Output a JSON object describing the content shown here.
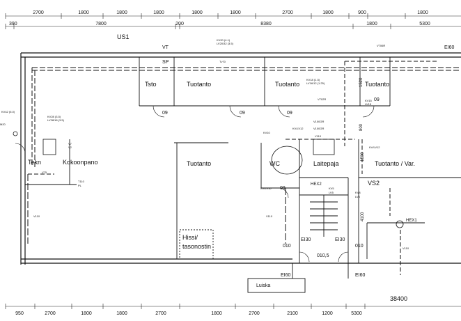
{
  "dims_top_row1": [
    "2700",
    "1800",
    "1800",
    "1800",
    "1800",
    "1800",
    "2700",
    "1800",
    "900",
    "1800"
  ],
  "dims_top_row2": [
    "390",
    "7800",
    "200",
    "8380",
    "1800",
    "5300"
  ],
  "dims_bottom": [
    "950",
    "2700",
    "1800",
    "1800",
    "2700",
    "1800",
    "2700",
    "2100",
    "1200",
    "5300"
  ],
  "total_length": "38400",
  "rooms": {
    "tsto": "Tsto",
    "tuotanto_1": "Tuotanto",
    "tuotanto_2": "Tuotanto",
    "tuotanto_3": "Tuotanto",
    "tuotanto_4": "Tuotanto",
    "tuotanto_var": "Tuotanto / Var.",
    "tekn": "Tekn",
    "kokoonpano": "Kokoonpano",
    "wc": "WC",
    "laitepaja": "Laitepaja",
    "hissi_1": "Hissi/",
    "hissi_2": "tasonostin",
    "luiska": "Luiska"
  },
  "labels": {
    "us1": "US1",
    "vs2": "VS2",
    "vt": "VT",
    "sp": "SP",
    "hex1": "HEX1",
    "hex2": "HEX2",
    "ei60_top": "EI60",
    "ei60_bottom_1": "EI60",
    "ei60_bottom_2": "EI60",
    "ei30_1": "EI30",
    "ei30_2": "EI30",
    "door_09_1": "09",
    "door_09_2": "09",
    "door_09_3": "09",
    "door_09_4": "09",
    "door_09_5": "09",
    "door_010_1": "010",
    "door_010_2": "010",
    "door_0105": "010,5",
    "dim_1520": "1520",
    "dim_1500": "1500",
    "dim_4100": "4100",
    "dim_800": "800"
  },
  "tags": {
    "kv_upper_1": "KV20 (4.1)",
    "kv_upper_2": "LV20/32 (3.5)",
    "tv_upper": "Tv70",
    "kv18_1": "KV18 (1.5)",
    "kv18_2": "LV16/12 (1.25)",
    "v7": "V706R",
    "kv42": "KV42 (5.0)",
    "kv28_1": "KV28 (3.5)",
    "kv28_2": "LV28/18 (3.5)",
    "v1a": "V7",
    "v2a": "V2",
    "v75": "V75",
    "t110": "T110",
    "pl": "PL",
    "v110": "V110",
    "kv10": "KV10",
    "kv_lv12": "KV/LV12",
    "v100gr": "V100GR",
    "v100gr2": "V100GR",
    "v700r": "V702R",
    "kv15": "KV15",
    "lv15": "LV15",
    "v110_2": "V110",
    "kv_lv10": "KV/LV10",
    "kv5": "KV5",
    "lv5": "LV5",
    "kv8": "KV8",
    "lv8": "LV8",
    "kv_lv12b": "KV/LV12",
    "v110_3": "V110",
    "v110_4": "V110",
    "m20": "M20"
  }
}
